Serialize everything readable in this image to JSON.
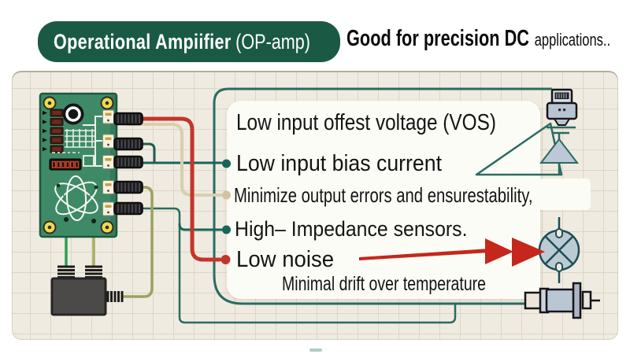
{
  "header": {
    "badge_title": "Operational Ampiifier",
    "badge_suffix": "(OP-amp)",
    "tagline": "Good for precision DC",
    "tagline_small": "applications.."
  },
  "callouts": {
    "items": [
      {
        "label": "Low input offest voltage (VOS)",
        "bullet_color": ""
      },
      {
        "label": "Low input bias current",
        "bullet_color": "#16665a"
      },
      {
        "label": "Minimize output errors and ensurestability,",
        "bullet_color": "#d0c5a0"
      },
      {
        "label": "High– Impedance sensors.",
        "bullet_color": "#16665a"
      },
      {
        "label": "Low noise",
        "bullet_color": "#c3352b"
      },
      {
        "label": "Minimal drift over temperature",
        "bullet_color": ""
      }
    ]
  },
  "colors": {
    "badge_green": "#1a5a44",
    "panel_beige": "#f0ebe0",
    "wire_red": "#c3352b",
    "wire_teal": "#2a6b62",
    "wire_dark_green": "#1f5c50",
    "wire_olive": "#9aa45f",
    "wire_tan": "#d8cfae",
    "wire_bright_green": "#2f9e53",
    "arrow_red": "#c5271c",
    "pcb_green": "#3f8a66"
  },
  "icons": [
    {
      "name": "pcb-board-illustration"
    },
    {
      "name": "transformer-box"
    },
    {
      "name": "usb-plug-icon"
    },
    {
      "name": "capacitor-symbol-icon"
    },
    {
      "name": "opamp-triangle-icon"
    },
    {
      "name": "mixer-circle-x-icon"
    },
    {
      "name": "barrel-connector-icon"
    },
    {
      "name": "red-arrow-icon"
    }
  ]
}
